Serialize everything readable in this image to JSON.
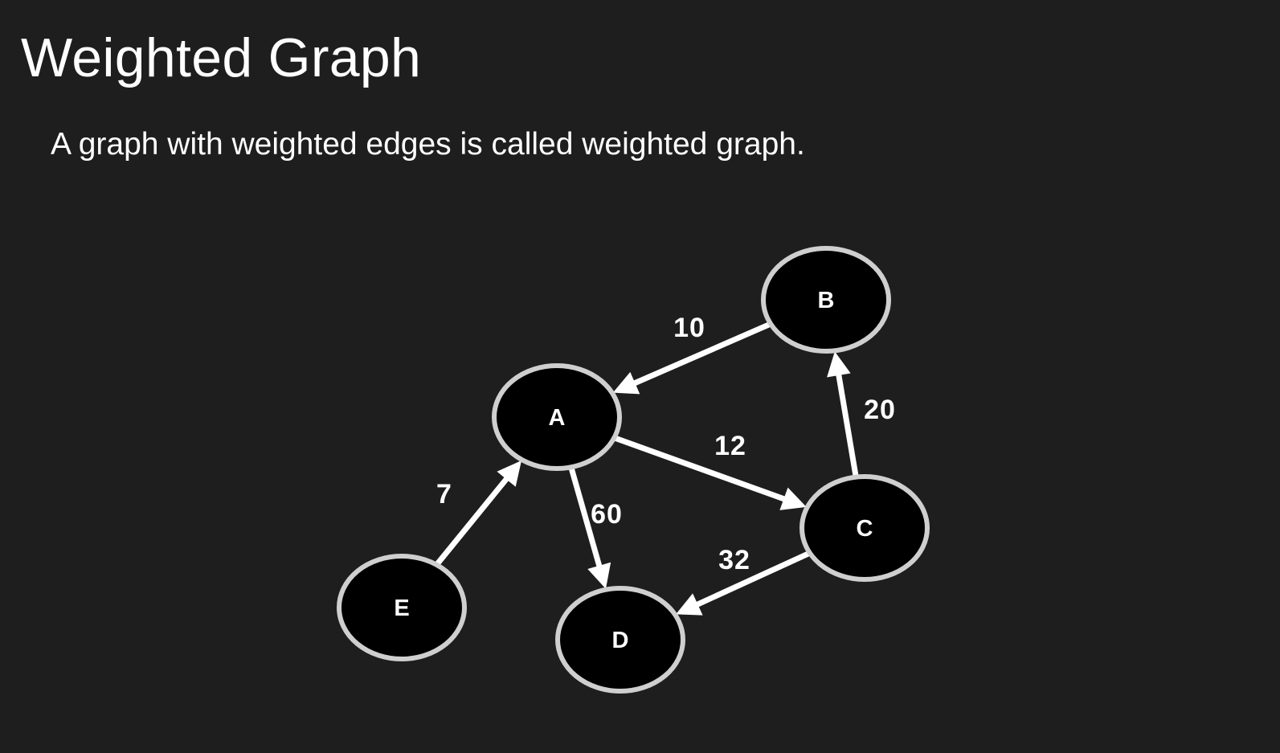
{
  "slide": {
    "title": "Weighted Graph",
    "subtitle": "A graph with weighted edges is called weighted graph."
  },
  "graph": {
    "directed": true,
    "nodes": [
      {
        "id": "A",
        "label": "A"
      },
      {
        "id": "B",
        "label": "B"
      },
      {
        "id": "C",
        "label": "C"
      },
      {
        "id": "D",
        "label": "D"
      },
      {
        "id": "E",
        "label": "E"
      }
    ],
    "edges": [
      {
        "from": "B",
        "to": "A",
        "weight": "10"
      },
      {
        "from": "A",
        "to": "C",
        "weight": "12"
      },
      {
        "from": "C",
        "to": "B",
        "weight": "20"
      },
      {
        "from": "E",
        "to": "A",
        "weight": "7"
      },
      {
        "from": "A",
        "to": "D",
        "weight": "60"
      },
      {
        "from": "C",
        "to": "D",
        "weight": "32"
      }
    ]
  },
  "colors": {
    "background": "#1e1e1e",
    "text": "#ffffff",
    "node_fill": "#000000",
    "node_border": "#cfcfcf",
    "edge": "#ffffff"
  }
}
